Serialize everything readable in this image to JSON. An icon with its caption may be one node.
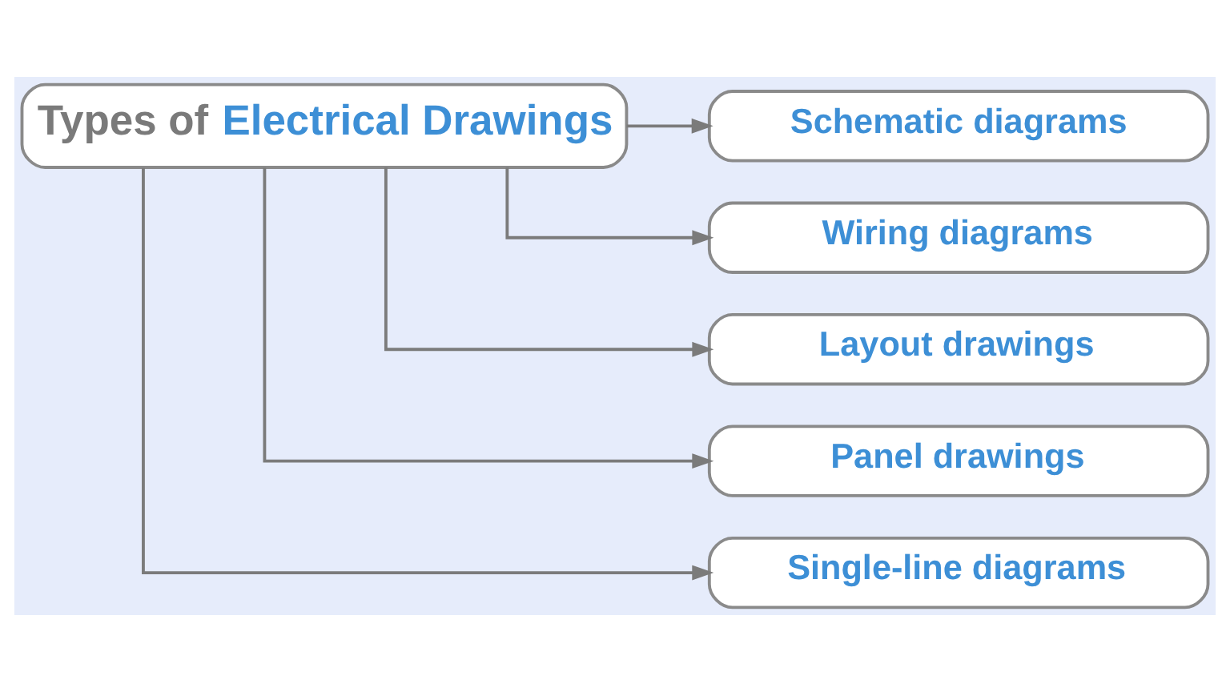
{
  "diagram": {
    "nodes": [
      {
        "text": [
          "Types of Electrical Drawings"
        ]
      },
      {
        "text": [
          "Schematic diagrams"
        ]
      },
      {
        "text": [
          "Wiring diagrams"
        ]
      },
      {
        "text": [
          "Layout drawings"
        ]
      },
      {
        "text": [
          "Panel drawings"
        ]
      },
      {
        "text": [
          "Single-line diagrams"
        ]
      }
    ],
    "edges": [
      {
        "from": 0,
        "to": 1,
        "arrow": "to"
      },
      {
        "from": 0,
        "to": 2,
        "arrow": "to"
      },
      {
        "from": 0,
        "to": 3,
        "arrow": "to"
      },
      {
        "from": 0,
        "to": 4,
        "arrow": "to"
      },
      {
        "from": 0,
        "to": 5,
        "arrow": "to"
      }
    ]
  }
}
